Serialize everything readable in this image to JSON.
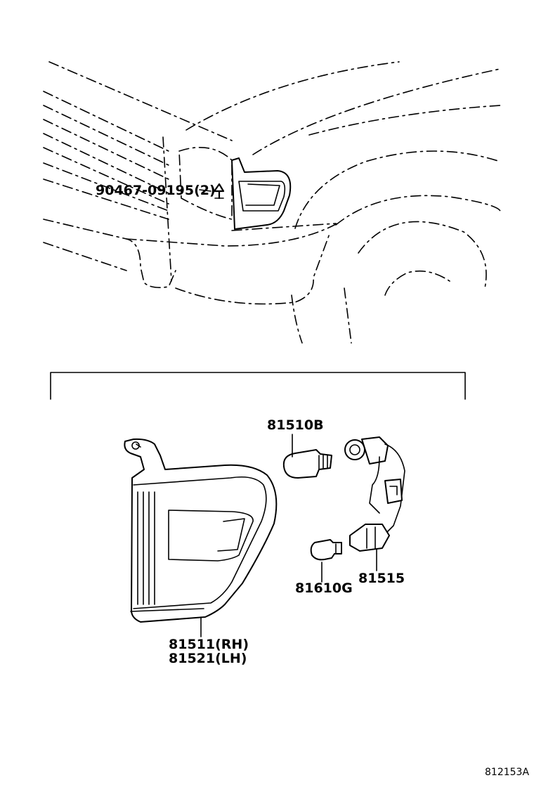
{
  "parts": {
    "clip": "90467-09195(2)",
    "bulb_main": "81510B",
    "bulb_small": "81610G",
    "socket_harness": "81515",
    "lamp_rh": "81511(RH)",
    "lamp_lh": "81521(LH)"
  },
  "reference_code": "812153A"
}
